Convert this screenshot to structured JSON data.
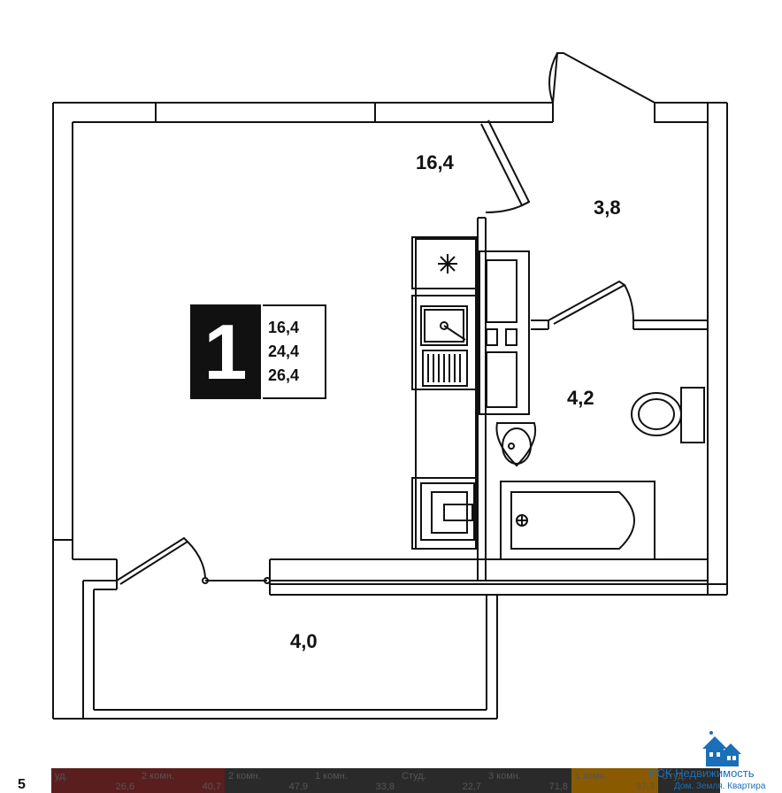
{
  "plan": {
    "rooms": [
      {
        "id": "living",
        "area": "16,4"
      },
      {
        "id": "hall",
        "area": "3,8"
      },
      {
        "id": "bathroom",
        "area": "4,2"
      },
      {
        "id": "balcony",
        "area": "4,0"
      }
    ],
    "badge": {
      "rooms": "1",
      "areas": [
        "16,4",
        "24,4",
        "26,4"
      ]
    }
  },
  "strip": {
    "floor_label": "5",
    "cells": [
      {
        "type": "уд.",
        "value": "26,6",
        "color": "#5a1e1e"
      },
      {
        "type": "2 комн.",
        "value": "40,7",
        "color": "#5a1e1e"
      },
      {
        "type": "2 комн.",
        "value": "47,9",
        "color": "#2a2a2a"
      },
      {
        "type": "1 комн.",
        "value": "33,8",
        "color": "#2a2a2a"
      },
      {
        "type": "Студ.",
        "value": "22,7",
        "color": "#2a2a2a"
      },
      {
        "type": "3 комн.",
        "value": "71,8",
        "color": "#2a2a2a"
      },
      {
        "type": "1 комн.",
        "value": "37,3",
        "color": "#8a5a00"
      },
      {
        "type": "Студ.",
        "value": "",
        "color": "#2a2a2a"
      }
    ]
  },
  "watermark": {
    "line1": "РСК Недвижимость",
    "line2": "Дом. Земля. Квартира",
    "accent": "#1a6fb8"
  }
}
